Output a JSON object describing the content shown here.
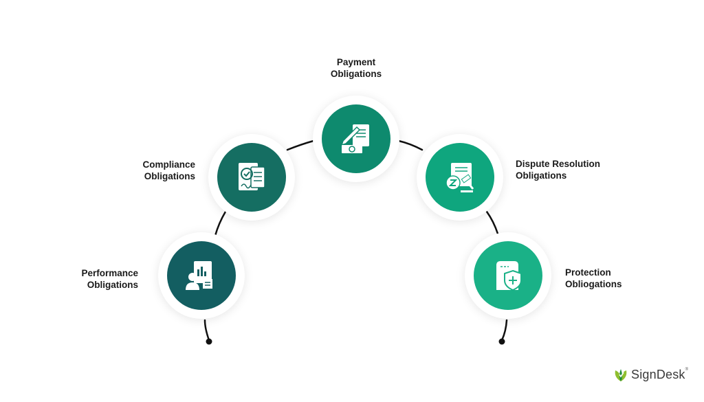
{
  "nodes": [
    {
      "id": "performance",
      "lines": [
        "Performance",
        "Obligations"
      ],
      "color": "#135e61",
      "icon": "report-person-icon"
    },
    {
      "id": "compliance",
      "lines": [
        "Compliance",
        "Obligations"
      ],
      "color": "#156e62",
      "icon": "checked-document-icon"
    },
    {
      "id": "payment",
      "lines": [
        "Payment",
        "Obligations"
      ],
      "color": "#0e8a6e",
      "icon": "contract-payment-icon"
    },
    {
      "id": "dispute",
      "lines": [
        "Dispute Resolution",
        "Obligations"
      ],
      "color": "#0fa67e",
      "icon": "gavel-money-icon"
    },
    {
      "id": "protection",
      "lines": [
        "Protection",
        "Obliogations"
      ],
      "color": "#1ab187",
      "icon": "shield-document-icon"
    }
  ],
  "brand": {
    "name": "SignDesk",
    "mark": "®",
    "accent": "#8fbf2f",
    "accent2": "#1f8a3a"
  },
  "colors": {
    "line": "#111111",
    "text": "#1a1a1a"
  }
}
